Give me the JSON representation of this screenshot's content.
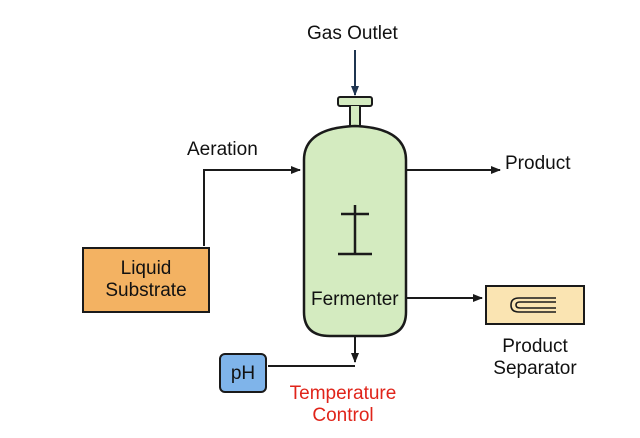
{
  "labels": {
    "gas_outlet": "Gas Outlet",
    "aeration": "Aeration",
    "product": "Product",
    "fermenter": "Fermenter",
    "liquid_substrate_line1": "Liquid",
    "liquid_substrate_line2": "Substrate",
    "ph": "pH",
    "temperature_control_line1": "Temperature",
    "temperature_control_line2": "Control",
    "product_separator_line1": "Product",
    "product_separator_line2": "Separator"
  },
  "colors": {
    "fermenter_fill": "#d4ebc0",
    "substrate_fill": "#f3b262",
    "ph_fill": "#7fb4ea",
    "separator_fill": "#fae4b2",
    "temperature_text": "#e0241a",
    "stroke": "#1a1a1a",
    "arrow_gas": "#1f3550"
  },
  "icons": {
    "agitator": "impeller-icon",
    "separator": "u-tube-icon"
  }
}
